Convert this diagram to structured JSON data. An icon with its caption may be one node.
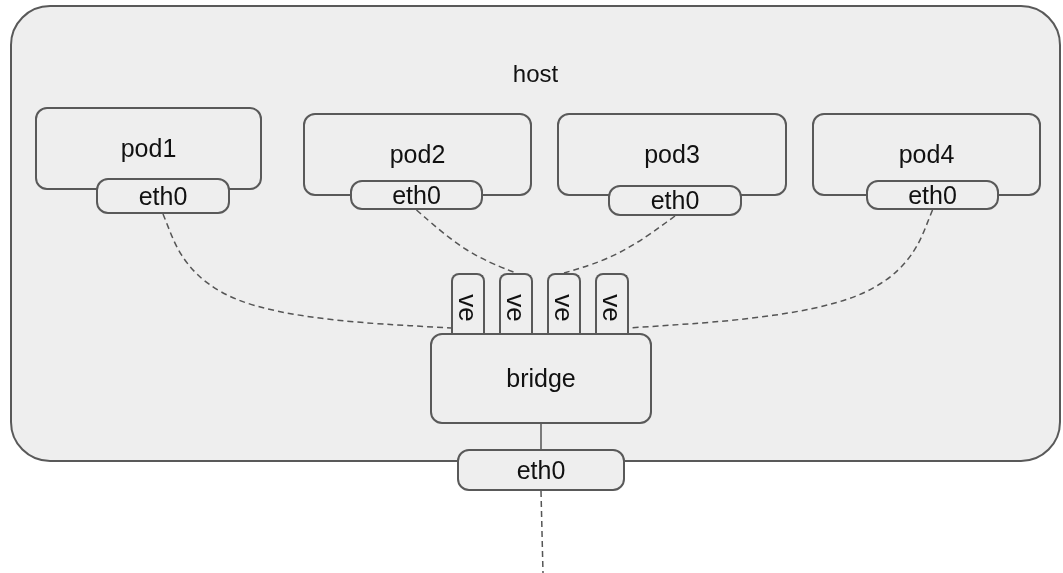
{
  "diagram": {
    "nodes": [
      {
        "text": [
          "host"
        ]
      },
      {
        "text": [
          "pod1"
        ],
        "in": 0
      },
      {
        "text": [
          "eth0"
        ],
        "in": 0
      },
      {
        "text": [
          "pod2"
        ],
        "in": 0
      },
      {
        "text": [
          "eth0"
        ],
        "in": 0
      },
      {
        "text": [
          "pod3"
        ],
        "in": 0
      },
      {
        "text": [
          "eth0"
        ],
        "in": 0
      },
      {
        "text": [
          "pod4"
        ],
        "in": 0
      },
      {
        "text": [
          "eth0"
        ],
        "in": 0
      },
      {
        "text": [
          "ve"
        ],
        "in": 0
      },
      {
        "text": [
          "ve"
        ],
        "in": 0
      },
      {
        "text": [
          "ve"
        ],
        "in": 0
      },
      {
        "text": [
          "ve"
        ],
        "in": 0
      },
      {
        "text": [
          "bridge"
        ],
        "in": 0
      },
      {
        "text": [
          "eth0"
        ]
      }
    ],
    "edges": [
      {
        "from": 2,
        "to": 9,
        "arrow": "none",
        "style": "dashed"
      },
      {
        "from": 4,
        "to": 10,
        "arrow": "none",
        "style": "dashed"
      },
      {
        "from": 6,
        "to": 11,
        "arrow": "none",
        "style": "dashed"
      },
      {
        "from": 8,
        "to": 12,
        "arrow": "none",
        "style": "dashed"
      },
      {
        "from": 13,
        "to": 14,
        "arrow": "none"
      },
      {
        "from": 14,
        "to": null,
        "arrow": "none",
        "style": "dashed"
      }
    ]
  }
}
